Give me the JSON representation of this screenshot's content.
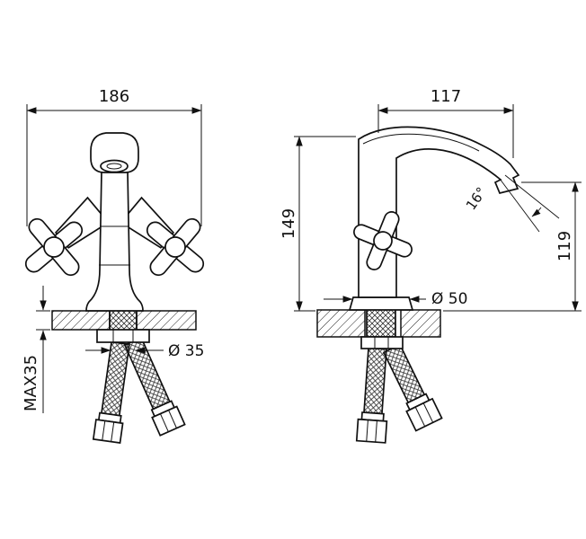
{
  "page": {
    "background_color": "#ffffff",
    "line_color": "#111111",
    "kind": "faucet technical dimension drawing"
  },
  "front_view": {
    "width_label": "186",
    "hole_diameter_label": "Ø 35",
    "max_counter_thickness_label": "MAX35"
  },
  "side_view": {
    "depth_label": "117",
    "height_label": "149",
    "spout_height_label": "119",
    "spout_angle_label": "16°",
    "base_diameter_label": "Ø 50"
  }
}
